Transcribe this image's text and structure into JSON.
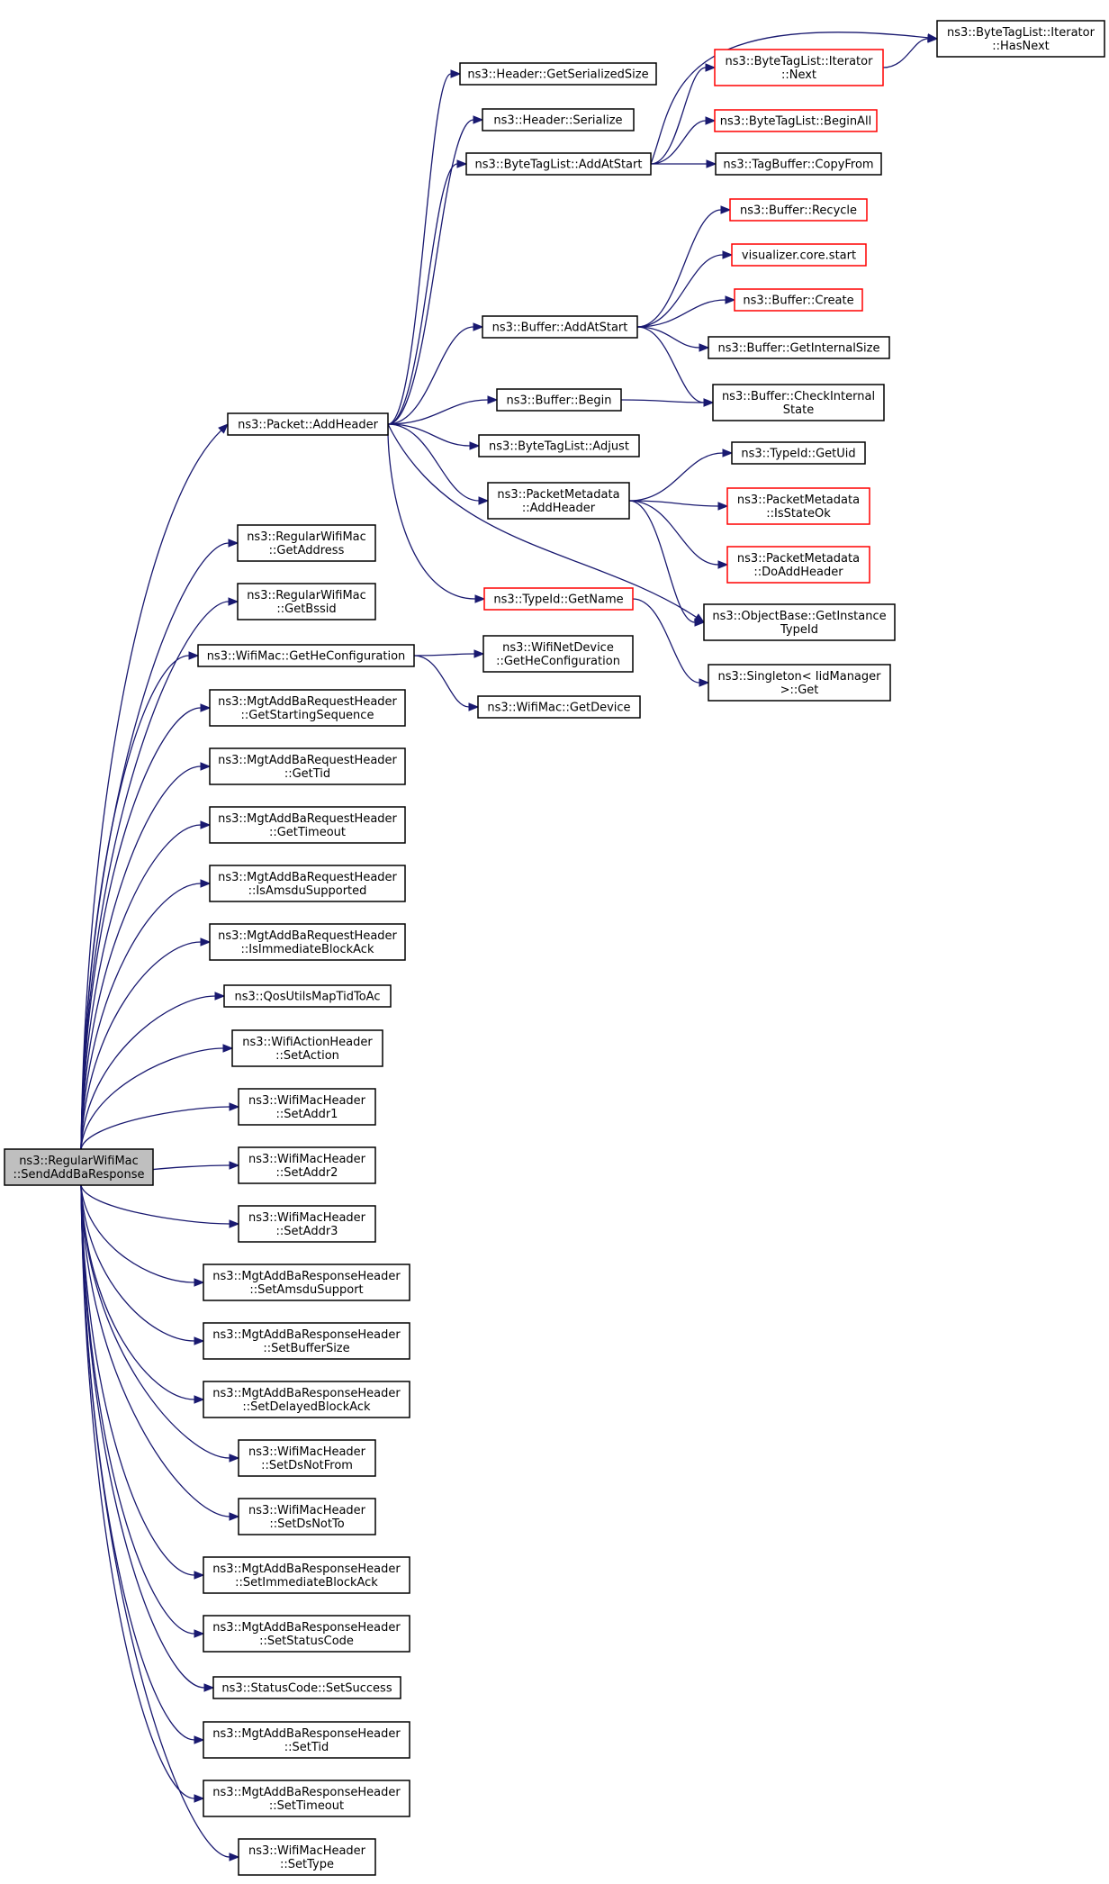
{
  "colors": {
    "edge": "#191970",
    "border_normal": "#000000",
    "border_truncated": "#ff0000",
    "fill_focus": "#bfbfbf",
    "fill_normal": "#ffffff"
  },
  "nodes": [
    {
      "id": "send",
      "lines": [
        "ns3::RegularWifiMac",
        "::SendAddBaResponse"
      ],
      "kind": "focus"
    },
    {
      "id": "addHeader",
      "lines": [
        "ns3::Packet::AddHeader"
      ],
      "kind": "normal"
    },
    {
      "id": "getAddress",
      "lines": [
        "ns3::RegularWifiMac",
        "::GetAddress"
      ],
      "kind": "normal"
    },
    {
      "id": "getBssid",
      "lines": [
        "ns3::RegularWifiMac",
        "::GetBssid"
      ],
      "kind": "normal"
    },
    {
      "id": "getHeConf",
      "lines": [
        "ns3::WifiMac::GetHeConfiguration"
      ],
      "kind": "normal"
    },
    {
      "id": "getStartSeq",
      "lines": [
        "ns3::MgtAddBaRequestHeader",
        "::GetStartingSequence"
      ],
      "kind": "normal"
    },
    {
      "id": "getTidReq",
      "lines": [
        "ns3::MgtAddBaRequestHeader",
        "::GetTid"
      ],
      "kind": "normal"
    },
    {
      "id": "getTimeoutReq",
      "lines": [
        "ns3::MgtAddBaRequestHeader",
        "::GetTimeout"
      ],
      "kind": "normal"
    },
    {
      "id": "isAmsdu",
      "lines": [
        "ns3::MgtAddBaRequestHeader",
        "::IsAmsduSupported"
      ],
      "kind": "normal"
    },
    {
      "id": "isImmediate",
      "lines": [
        "ns3::MgtAddBaRequestHeader",
        "::IsImmediateBlockAck"
      ],
      "kind": "normal"
    },
    {
      "id": "qosMap",
      "lines": [
        "ns3::QosUtilsMapTidToAc"
      ],
      "kind": "normal"
    },
    {
      "id": "setAction",
      "lines": [
        "ns3::WifiActionHeader",
        "::SetAction"
      ],
      "kind": "normal"
    },
    {
      "id": "setAddr1",
      "lines": [
        "ns3::WifiMacHeader",
        "::SetAddr1"
      ],
      "kind": "normal"
    },
    {
      "id": "setAddr2",
      "lines": [
        "ns3::WifiMacHeader",
        "::SetAddr2"
      ],
      "kind": "normal"
    },
    {
      "id": "setAddr3",
      "lines": [
        "ns3::WifiMacHeader",
        "::SetAddr3"
      ],
      "kind": "normal"
    },
    {
      "id": "setAmsdu",
      "lines": [
        "ns3::MgtAddBaResponseHeader",
        "::SetAmsduSupport"
      ],
      "kind": "normal"
    },
    {
      "id": "setBufSize",
      "lines": [
        "ns3::MgtAddBaResponseHeader",
        "::SetBufferSize"
      ],
      "kind": "normal"
    },
    {
      "id": "setDelayed",
      "lines": [
        "ns3::MgtAddBaResponseHeader",
        "::SetDelayedBlockAck"
      ],
      "kind": "normal"
    },
    {
      "id": "setDsNotFrom",
      "lines": [
        "ns3::WifiMacHeader",
        "::SetDsNotFrom"
      ],
      "kind": "normal"
    },
    {
      "id": "setDsNotTo",
      "lines": [
        "ns3::WifiMacHeader",
        "::SetDsNotTo"
      ],
      "kind": "normal"
    },
    {
      "id": "setImmediate",
      "lines": [
        "ns3::MgtAddBaResponseHeader",
        "::SetImmediateBlockAck"
      ],
      "kind": "normal"
    },
    {
      "id": "setStatus",
      "lines": [
        "ns3::MgtAddBaResponseHeader",
        "::SetStatusCode"
      ],
      "kind": "normal"
    },
    {
      "id": "setSuccess",
      "lines": [
        "ns3::StatusCode::SetSuccess"
      ],
      "kind": "normal"
    },
    {
      "id": "setTid",
      "lines": [
        "ns3::MgtAddBaResponseHeader",
        "::SetTid"
      ],
      "kind": "normal"
    },
    {
      "id": "setTimeout",
      "lines": [
        "ns3::MgtAddBaResponseHeader",
        "::SetTimeout"
      ],
      "kind": "normal"
    },
    {
      "id": "setType",
      "lines": [
        "ns3::WifiMacHeader",
        "::SetType"
      ],
      "kind": "normal"
    },
    {
      "id": "getSerSize",
      "lines": [
        "ns3::Header::GetSerializedSize"
      ],
      "kind": "normal"
    },
    {
      "id": "serialize",
      "lines": [
        "ns3::Header::Serialize"
      ],
      "kind": "normal"
    },
    {
      "id": "btlAddAtStart",
      "lines": [
        "ns3::ByteTagList::AddAtStart"
      ],
      "kind": "normal"
    },
    {
      "id": "bufAddAtStart",
      "lines": [
        "ns3::Buffer::AddAtStart"
      ],
      "kind": "normal"
    },
    {
      "id": "bufBegin",
      "lines": [
        "ns3::Buffer::Begin"
      ],
      "kind": "normal"
    },
    {
      "id": "btlAdjust",
      "lines": [
        "ns3::ByteTagList::Adjust"
      ],
      "kind": "normal"
    },
    {
      "id": "pmAddHeader",
      "lines": [
        "ns3::PacketMetadata",
        "::AddHeader"
      ],
      "kind": "normal"
    },
    {
      "id": "typeGetName",
      "lines": [
        "ns3::TypeId::GetName"
      ],
      "kind": "truncated"
    },
    {
      "id": "wndGetHeConf",
      "lines": [
        "ns3::WifiNetDevice",
        "::GetHeConfiguration"
      ],
      "kind": "normal"
    },
    {
      "id": "macGetDevice",
      "lines": [
        "ns3::WifiMac::GetDevice"
      ],
      "kind": "normal"
    },
    {
      "id": "itHasNext",
      "lines": [
        "ns3::ByteTagList::Iterator",
        "::HasNext"
      ],
      "kind": "normal"
    },
    {
      "id": "itNext",
      "lines": [
        "ns3::ByteTagList::Iterator",
        "::Next"
      ],
      "kind": "truncated"
    },
    {
      "id": "btlBeginAll",
      "lines": [
        "ns3::ByteTagList::BeginAll"
      ],
      "kind": "truncated"
    },
    {
      "id": "tagCopyFrom",
      "lines": [
        "ns3::TagBuffer::CopyFrom"
      ],
      "kind": "normal"
    },
    {
      "id": "bufRecycle",
      "lines": [
        "ns3::Buffer::Recycle"
      ],
      "kind": "truncated"
    },
    {
      "id": "vizStart",
      "lines": [
        "visualizer.core.start"
      ],
      "kind": "truncated"
    },
    {
      "id": "bufCreate",
      "lines": [
        "ns3::Buffer::Create"
      ],
      "kind": "truncated"
    },
    {
      "id": "bufGetInternalSize",
      "lines": [
        "ns3::Buffer::GetInternalSize"
      ],
      "kind": "normal"
    },
    {
      "id": "bufCheckInternal",
      "lines": [
        "ns3::Buffer::CheckInternal",
        "State"
      ],
      "kind": "normal"
    },
    {
      "id": "typeGetUid",
      "lines": [
        "ns3::TypeId::GetUid"
      ],
      "kind": "normal"
    },
    {
      "id": "pmIsStateOk",
      "lines": [
        "ns3::PacketMetadata",
        "::IsStateOk"
      ],
      "kind": "truncated"
    },
    {
      "id": "pmDoAddHeader",
      "lines": [
        "ns3::PacketMetadata",
        "::DoAddHeader"
      ],
      "kind": "truncated"
    },
    {
      "id": "objGetInstTypeId",
      "lines": [
        "ns3::ObjectBase::GetInstance",
        "TypeId"
      ],
      "kind": "normal"
    },
    {
      "id": "singletonGet",
      "lines": [
        "ns3::Singleton< IidManager",
        ">::Get"
      ],
      "kind": "normal"
    }
  ],
  "edges": [
    [
      "send",
      "addHeader"
    ],
    [
      "send",
      "getAddress"
    ],
    [
      "send",
      "getBssid"
    ],
    [
      "send",
      "getHeConf"
    ],
    [
      "send",
      "getStartSeq"
    ],
    [
      "send",
      "getTidReq"
    ],
    [
      "send",
      "getTimeoutReq"
    ],
    [
      "send",
      "isAmsdu"
    ],
    [
      "send",
      "isImmediate"
    ],
    [
      "send",
      "qosMap"
    ],
    [
      "send",
      "setAction"
    ],
    [
      "send",
      "setAddr1"
    ],
    [
      "send",
      "setAddr2"
    ],
    [
      "send",
      "setAddr3"
    ],
    [
      "send",
      "setAmsdu"
    ],
    [
      "send",
      "setBufSize"
    ],
    [
      "send",
      "setDelayed"
    ],
    [
      "send",
      "setDsNotFrom"
    ],
    [
      "send",
      "setDsNotTo"
    ],
    [
      "send",
      "setImmediate"
    ],
    [
      "send",
      "setStatus"
    ],
    [
      "send",
      "setSuccess"
    ],
    [
      "send",
      "setTid"
    ],
    [
      "send",
      "setTimeout"
    ],
    [
      "send",
      "setType"
    ],
    [
      "addHeader",
      "getSerSize"
    ],
    [
      "addHeader",
      "serialize"
    ],
    [
      "addHeader",
      "btlAddAtStart"
    ],
    [
      "addHeader",
      "bufAddAtStart"
    ],
    [
      "addHeader",
      "bufBegin"
    ],
    [
      "addHeader",
      "btlAdjust"
    ],
    [
      "addHeader",
      "pmAddHeader"
    ],
    [
      "addHeader",
      "typeGetName"
    ],
    [
      "addHeader",
      "objGetInstTypeId"
    ],
    [
      "getHeConf",
      "wndGetHeConf"
    ],
    [
      "getHeConf",
      "macGetDevice"
    ],
    [
      "btlAddAtStart",
      "itHasNext"
    ],
    [
      "btlAddAtStart",
      "itNext"
    ],
    [
      "btlAddAtStart",
      "btlBeginAll"
    ],
    [
      "btlAddAtStart",
      "tagCopyFrom"
    ],
    [
      "itNext",
      "itHasNext"
    ],
    [
      "bufAddAtStart",
      "bufRecycle"
    ],
    [
      "bufAddAtStart",
      "vizStart"
    ],
    [
      "bufAddAtStart",
      "bufCreate"
    ],
    [
      "bufAddAtStart",
      "bufGetInternalSize"
    ],
    [
      "bufAddAtStart",
      "bufCheckInternal"
    ],
    [
      "bufBegin",
      "bufCheckInternal"
    ],
    [
      "pmAddHeader",
      "typeGetUid"
    ],
    [
      "pmAddHeader",
      "pmIsStateOk"
    ],
    [
      "pmAddHeader",
      "pmDoAddHeader"
    ],
    [
      "pmAddHeader",
      "objGetInstTypeId"
    ],
    [
      "typeGetName",
      "singletonGet"
    ]
  ]
}
